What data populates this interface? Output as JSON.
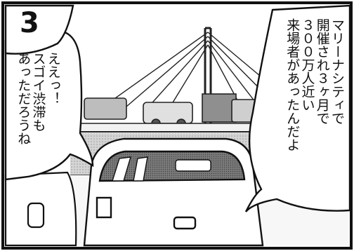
{
  "panel": {
    "number": "3",
    "speech": {
      "right_lines": [
        "マリーナシティで",
        "開催され３ヶ月で",
        "３００万人近い",
        "来場者があったんだよ"
      ],
      "left_lines": [
        "ええっ！",
        "スゴイ渋滞も",
        "あっただろうね"
      ]
    }
  }
}
